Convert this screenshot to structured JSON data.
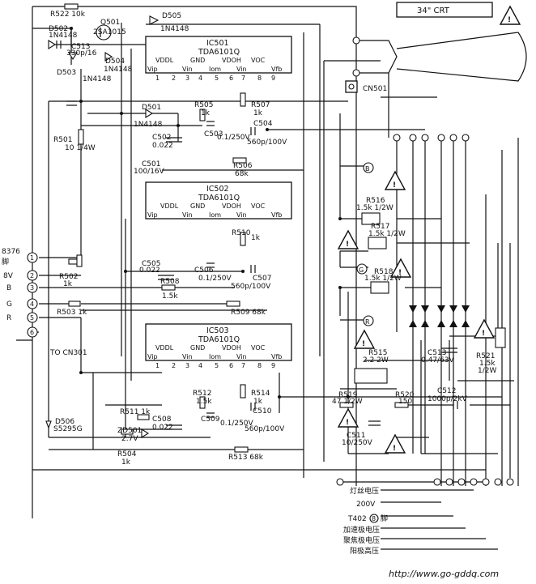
{
  "title": "34\" CRT",
  "watermark": "http://www.go-gddq.com",
  "ics": [
    {
      "name": "IC501",
      "part": "TDA6101Q"
    },
    {
      "name": "IC502",
      "part": "TDA6101Q"
    },
    {
      "name": "IC503",
      "part": "TDA6101Q"
    }
  ],
  "ic_pin_labels": [
    "VDDL",
    "GND",
    "VDOH",
    "VOC",
    "Vip",
    "Vin",
    "Iom",
    "Vin",
    "Vfb"
  ],
  "pin_numbers": [
    "1",
    "2",
    "3",
    "4",
    "5",
    "6",
    "7",
    "8",
    "9"
  ],
  "components": {
    "R522": "R522 10k",
    "Q501": "Q501",
    "Q501_part": "2SA1015",
    "D505": "D505",
    "D505_part": "1N4148",
    "D502": "D502",
    "D502_part": "1N4148",
    "C513": "C513",
    "C513_val": "330p/16",
    "D504": "D504",
    "D504_part": "1N4148",
    "D503": "D503",
    "D503_part": "1N4148",
    "D501": "D501",
    "D501_part": "1N4148",
    "R505": "R505",
    "R505_val": "1k",
    "C502": "C502",
    "C502_val": "0.022",
    "C503": "C503",
    "C503_val": "0.1/250V",
    "R507": "R507",
    "R507_val": "1k",
    "C504": "C504",
    "C504_val": "560p/100V",
    "R501": "R501",
    "R501_val": "10 1/4W",
    "C501": "C501",
    "C501_val": "100/16V",
    "R506": "R506",
    "R506_val": "68k",
    "R516": "R516",
    "R516_val": "1.5k 1/2W",
    "R517": "R517",
    "R517_val": "1.5k 1/2W",
    "R518": "R518",
    "R518_val": "1.5k 1/2W",
    "R510": "R510",
    "R510_val": "1k",
    "C505": "C505",
    "C505_val": "0.022",
    "R508": "R508",
    "R508_val": "1.5k",
    "C506": "C506",
    "C506_val": "0.1/250V",
    "C507": "C507",
    "C507_val": "560p/100V",
    "R502": "R502",
    "R502_val": "1k",
    "R503": "R503 1k",
    "R509": "R509 68k",
    "R515": "R515",
    "R515_val": "2.2 2W",
    "C513b": "C513",
    "C513b_val": "0.47/63V",
    "R521": "R521",
    "R521_val": "1.5k",
    "R521_pw": "1/2W",
    "R512": "R512",
    "R512_val": "1.5k",
    "C509": "C509",
    "C509_val": "0.1/250V",
    "R514": "R514",
    "R514_val": "1k",
    "C510": "C510",
    "C510_val": "560p/100V",
    "R519": "R519",
    "R519_val": "47 1/2W",
    "R520": "R520",
    "R520_val": "150",
    "C512": "C512",
    "C512_val": "1000p/2kV",
    "C511": "C511",
    "C511_val": "10/250V",
    "R511": "R511 1k",
    "ZD501": "ZD501",
    "ZD501_val": "2.7V",
    "C508": "C508",
    "C508_val": "0.022",
    "R504": "R504",
    "R504_val": "1k",
    "R513": "R513 68k",
    "D506": "D506",
    "D506_part": "S5295G",
    "CN501": "CN501"
  },
  "connector_left": {
    "pin_labels": [
      "1",
      "2",
      "3",
      "4",
      "5",
      "6"
    ],
    "signals": [
      "8376",
      "脚",
      "8V",
      "B",
      "G",
      "R"
    ],
    "to": "TO CN301"
  },
  "nodes": [
    "B",
    "G",
    "R"
  ],
  "bottom_labels": [
    "灯丝电压",
    "200V",
    "T402",
    "8",
    "脚",
    "加速极电压",
    "聚焦极电压",
    "阳极高压"
  ]
}
